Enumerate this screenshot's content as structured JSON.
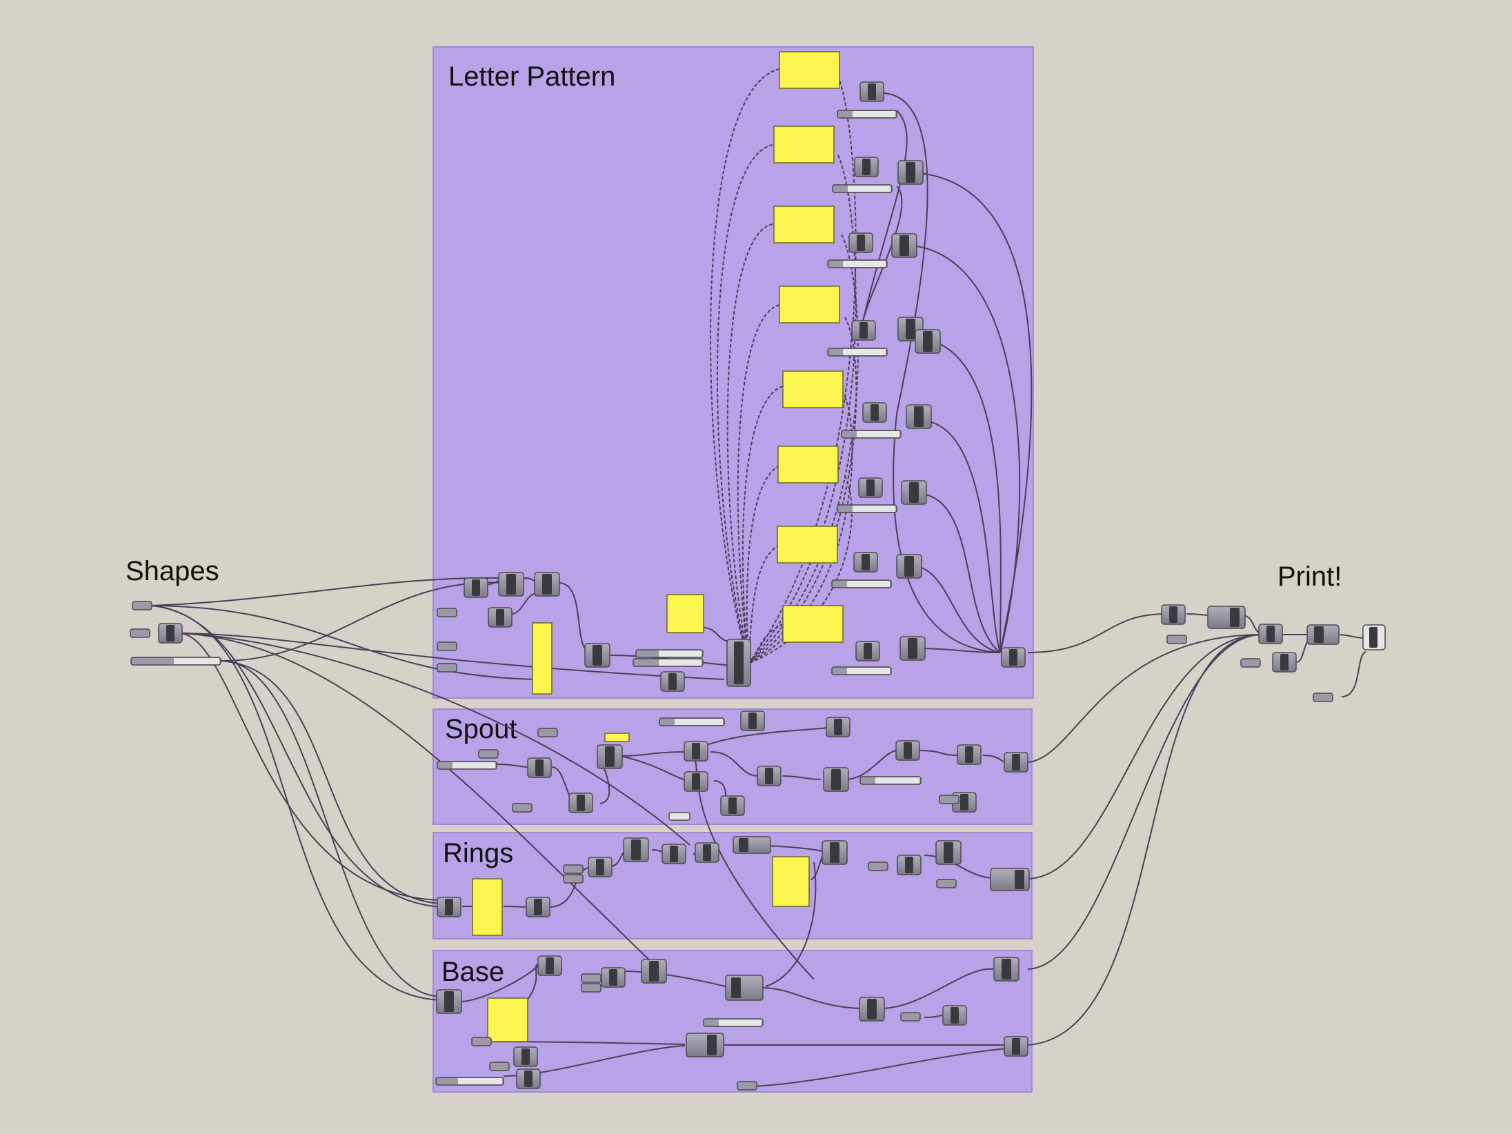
{
  "groups": {
    "letter_pattern": "Letter Pattern",
    "spout": "Spout",
    "rings": "Rings",
    "base": "Base"
  },
  "labels": {
    "shapes": "Shapes",
    "print": "Print!"
  },
  "colors": {
    "canvas": "#d6d2ca",
    "group_fill": "#b8a2e8",
    "group_border": "#a08ccc",
    "panel_yellow": "#fdf54f",
    "component_body": "#8e8c98",
    "component_core": "#3a3a3e",
    "wire": "#4a3f55",
    "slider_track": "#e6e6e6"
  }
}
